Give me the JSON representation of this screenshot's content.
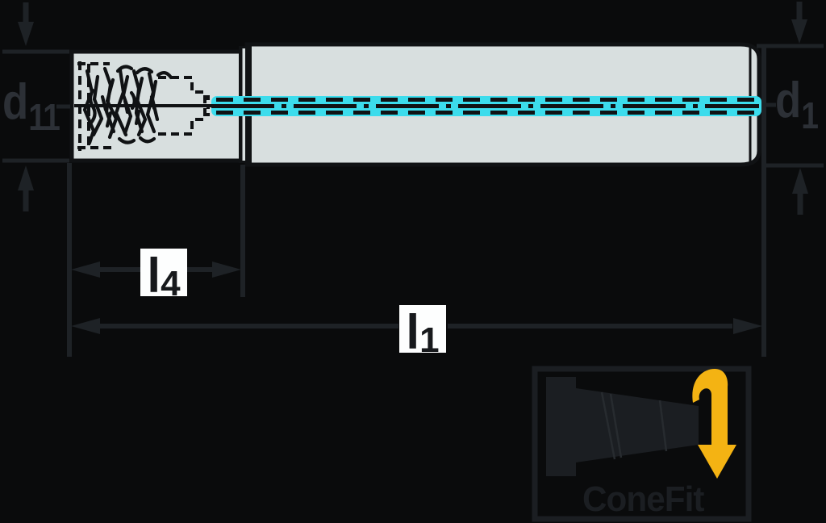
{
  "diagram": {
    "type": "technical-drawing-tool-shank",
    "labels": {
      "d11": {
        "base": "d",
        "sub": "11"
      },
      "d1": {
        "base": "d",
        "sub": "1"
      },
      "l4": {
        "base": "l",
        "sub": "4"
      },
      "l1": {
        "base": "l",
        "sub": "1"
      }
    },
    "logo": {
      "text": "ConeFit"
    }
  },
  "theme": {
    "bg": "#0a0b0c",
    "body_fill": "#d8dfdf",
    "outline": "#101214",
    "dim_line": "#1e2226",
    "label_text": "#2c3036",
    "box_bg": "#fdfefe",
    "box_text": "#17191c",
    "coolant": "#3cdcec",
    "logo_dark": "#1b1e22",
    "logo_yellow": "#f4b313",
    "logo_faint": "#272b2f"
  }
}
